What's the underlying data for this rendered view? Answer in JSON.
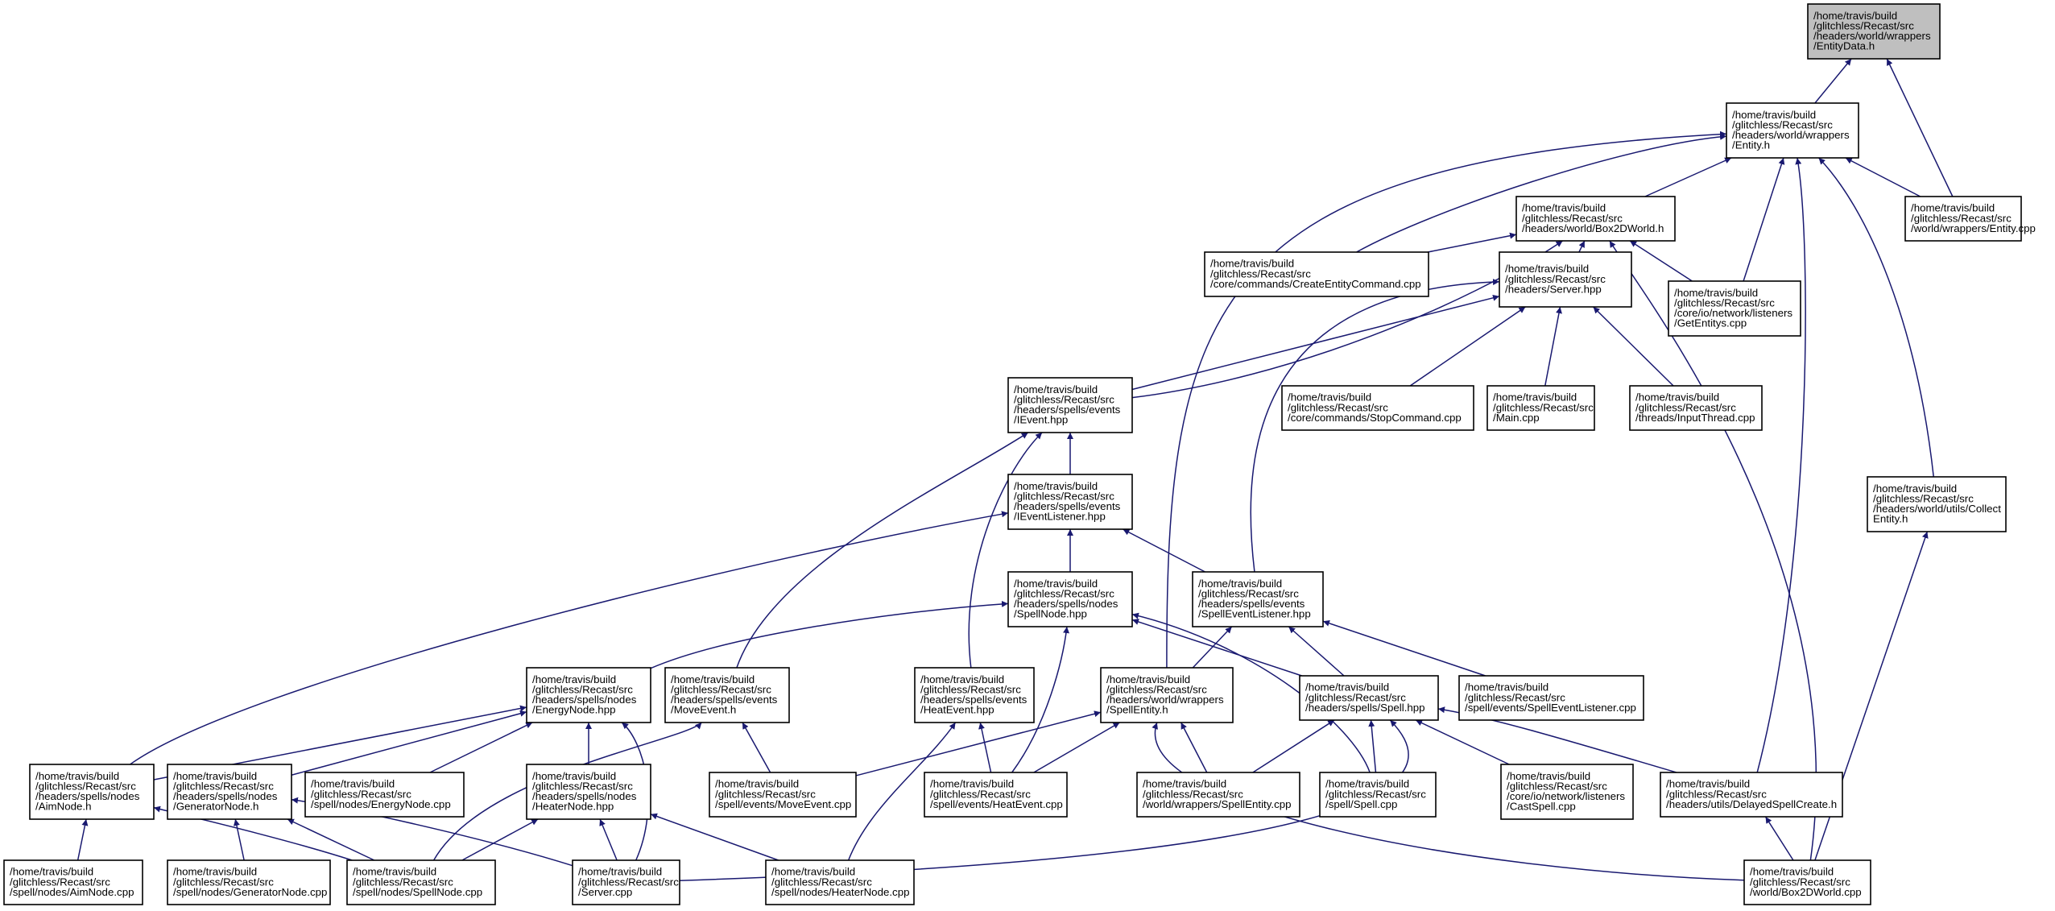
{
  "graph": {
    "title": "",
    "root": "entitydata-h",
    "edge_color": "#191970",
    "root_fill": "#bfbfbf",
    "nodes": [
      {
        "id": "entitydata-h",
        "lines": [
          "/home/travis/build",
          "/glitchless/Recast/src",
          "/headers/world/wrappers",
          "/EntityData.h"
        ]
      },
      {
        "id": "entity-h",
        "lines": [
          "/home/travis/build",
          "/glitchless/Recast/src",
          "/headers/world/wrappers",
          "/Entity.h"
        ]
      },
      {
        "id": "entity-cpp",
        "lines": [
          "/home/travis/build",
          "/glitchless/Recast/src",
          "/world/wrappers/Entity.cpp"
        ]
      },
      {
        "id": "box2dworld-h",
        "lines": [
          "/home/travis/build",
          "/glitchless/Recast/src",
          "/headers/world/Box2DWorld.h"
        ]
      },
      {
        "id": "createentitycommand-cpp",
        "lines": [
          "/home/travis/build",
          "/glitchless/Recast/src",
          "/core/commands/CreateEntityCommand.cpp"
        ]
      },
      {
        "id": "server-hpp",
        "lines": [
          "/home/travis/build",
          "/glitchless/Recast/src",
          "/headers/Server.hpp"
        ]
      },
      {
        "id": "getentitys-cpp",
        "lines": [
          "/home/travis/build",
          "/glitchless/Recast/src",
          "/core/io/network/listeners",
          "/GetEntitys.cpp"
        ]
      },
      {
        "id": "ievent-hpp",
        "lines": [
          "/home/travis/build",
          "/glitchless/Recast/src",
          "/headers/spells/events",
          "/IEvent.hpp"
        ]
      },
      {
        "id": "stopcommand-cpp",
        "lines": [
          "/home/travis/build",
          "/glitchless/Recast/src",
          "/core/commands/StopCommand.cpp"
        ]
      },
      {
        "id": "main-cpp",
        "lines": [
          "/home/travis/build",
          "/glitchless/Recast/src",
          "/Main.cpp"
        ]
      },
      {
        "id": "inputthread-cpp",
        "lines": [
          "/home/travis/build",
          "/glitchless/Recast/src",
          "/threads/InputThread.cpp"
        ]
      },
      {
        "id": "collectentity-h",
        "lines": [
          "/home/travis/build",
          "/glitchless/Recast/src",
          "/headers/world/utils/Collect",
          "Entity.h"
        ]
      },
      {
        "id": "ieventlistener-hpp",
        "lines": [
          "/home/travis/build",
          "/glitchless/Recast/src",
          "/headers/spells/events",
          "/IEventListener.hpp"
        ]
      },
      {
        "id": "spellnode-hpp",
        "lines": [
          "/home/travis/build",
          "/glitchless/Recast/src",
          "/headers/spells/nodes",
          "/SpellNode.hpp"
        ]
      },
      {
        "id": "spelleventlistener-hpp",
        "lines": [
          "/home/travis/build",
          "/glitchless/Recast/src",
          "/headers/spells/events",
          "/SpellEventListener.hpp"
        ]
      },
      {
        "id": "energynode-hpp",
        "lines": [
          "/home/travis/build",
          "/glitchless/Recast/src",
          "/headers/spells/nodes",
          "/EnergyNode.hpp"
        ]
      },
      {
        "id": "moveevent-h",
        "lines": [
          "/home/travis/build",
          "/glitchless/Recast/src",
          "/headers/spells/events",
          "/MoveEvent.h"
        ]
      },
      {
        "id": "heatevent-hpp",
        "lines": [
          "/home/travis/build",
          "/glitchless/Recast/src",
          "/headers/spells/events",
          "/HeatEvent.hpp"
        ]
      },
      {
        "id": "spellentity-h",
        "lines": [
          "/home/travis/build",
          "/glitchless/Recast/src",
          "/headers/world/wrappers",
          "/SpellEntity.h"
        ]
      },
      {
        "id": "spell-hpp",
        "lines": [
          "/home/travis/build",
          "/glitchless/Recast/src",
          "/headers/spells/Spell.hpp"
        ]
      },
      {
        "id": "spelleventlistener-cpp",
        "lines": [
          "/home/travis/build",
          "/glitchless/Recast/src",
          "/spell/events/SpellEventListener.cpp"
        ]
      },
      {
        "id": "aimnode-h",
        "lines": [
          "/home/travis/build",
          "/glitchless/Recast/src",
          "/headers/spells/nodes",
          "/AimNode.h"
        ]
      },
      {
        "id": "generatornode-h",
        "lines": [
          "/home/travis/build",
          "/glitchless/Recast/src",
          "/headers/spells/nodes",
          "/GeneratorNode.h"
        ]
      },
      {
        "id": "energynode-cpp",
        "lines": [
          "/home/travis/build",
          "/glitchless/Recast/src",
          "/spell/nodes/EnergyNode.cpp"
        ]
      },
      {
        "id": "heaternode-hpp",
        "lines": [
          "/home/travis/build",
          "/glitchless/Recast/src",
          "/headers/spells/nodes",
          "/HeaterNode.hpp"
        ]
      },
      {
        "id": "moveevent-cpp",
        "lines": [
          "/home/travis/build",
          "/glitchless/Recast/src",
          "/spell/events/MoveEvent.cpp"
        ]
      },
      {
        "id": "heatevent-cpp",
        "lines": [
          "/home/travis/build",
          "/glitchless/Recast/src",
          "/spell/events/HeatEvent.cpp"
        ]
      },
      {
        "id": "spellentity-cpp",
        "lines": [
          "/home/travis/build",
          "/glitchless/Recast/src",
          "/world/wrappers/SpellEntity.cpp"
        ]
      },
      {
        "id": "spell-cpp",
        "lines": [
          "/home/travis/build",
          "/glitchless/Recast/src",
          "/spell/Spell.cpp"
        ]
      },
      {
        "id": "castspell-cpp",
        "lines": [
          "/home/travis/build",
          "/glitchless/Recast/src",
          "/core/io/network/listeners",
          "/CastSpell.cpp"
        ]
      },
      {
        "id": "delayedspellcreate-h",
        "lines": [
          "/home/travis/build",
          "/glitchless/Recast/src",
          "/headers/utils/DelayedSpellCreate.h"
        ]
      },
      {
        "id": "aimnode-cpp",
        "lines": [
          "/home/travis/build",
          "/glitchless/Recast/src",
          "/spell/nodes/AimNode.cpp"
        ]
      },
      {
        "id": "generatornode-cpp",
        "lines": [
          "/home/travis/build",
          "/glitchless/Recast/src",
          "/spell/nodes/GeneratorNode.cpp"
        ]
      },
      {
        "id": "spellnode-cpp",
        "lines": [
          "/home/travis/build",
          "/glitchless/Recast/src",
          "/spell/nodes/SpellNode.cpp"
        ]
      },
      {
        "id": "server-cpp",
        "lines": [
          "/home/travis/build",
          "/glitchless/Recast/src",
          "/Server.cpp"
        ]
      },
      {
        "id": "heaternode-cpp",
        "lines": [
          "/home/travis/build",
          "/glitchless/Recast/src",
          "/spell/nodes/HeaterNode.cpp"
        ]
      },
      {
        "id": "box2dworld-cpp",
        "lines": [
          "/home/travis/build",
          "/glitchless/Recast/src",
          "/world/Box2DWorld.cpp"
        ]
      }
    ],
    "edges": [
      {
        "from": "entity-h",
        "to": "entitydata-h"
      },
      {
        "from": "entity-cpp",
        "to": "entitydata-h"
      },
      {
        "from": "entity-cpp",
        "to": "entity-h"
      },
      {
        "from": "box2dworld-h",
        "to": "entity-h"
      },
      {
        "from": "createentitycommand-cpp",
        "to": "entity-h"
      },
      {
        "from": "getentitys-cpp",
        "to": "entity-h"
      },
      {
        "from": "collectentity-h",
        "to": "entity-h"
      },
      {
        "from": "spellentity-h",
        "to": "entity-h"
      },
      {
        "from": "delayedspellcreate-h",
        "to": "entity-h"
      },
      {
        "from": "createentitycommand-cpp",
        "to": "box2dworld-h"
      },
      {
        "from": "server-hpp",
        "to": "box2dworld-h"
      },
      {
        "from": "getentitys-cpp",
        "to": "box2dworld-h"
      },
      {
        "from": "ievent-hpp",
        "to": "box2dworld-h"
      },
      {
        "from": "box2dworld-cpp",
        "to": "box2dworld-h"
      },
      {
        "from": "ievent-hpp",
        "to": "server-hpp"
      },
      {
        "from": "stopcommand-cpp",
        "to": "server-hpp"
      },
      {
        "from": "main-cpp",
        "to": "server-hpp"
      },
      {
        "from": "inputthread-cpp",
        "to": "server-hpp"
      },
      {
        "from": "spelleventlistener-hpp",
        "to": "server-hpp"
      },
      {
        "from": "ieventlistener-hpp",
        "to": "ievent-hpp"
      },
      {
        "from": "moveevent-h",
        "to": "ievent-hpp"
      },
      {
        "from": "heatevent-hpp",
        "to": "ievent-hpp"
      },
      {
        "from": "spellnode-hpp",
        "to": "ieventlistener-hpp"
      },
      {
        "from": "spelleventlistener-hpp",
        "to": "ieventlistener-hpp"
      },
      {
        "from": "aimnode-h",
        "to": "ieventlistener-hpp"
      },
      {
        "from": "energynode-hpp",
        "to": "spellnode-hpp"
      },
      {
        "from": "spell-hpp",
        "to": "spellnode-hpp"
      },
      {
        "from": "heatevent-cpp",
        "to": "spellnode-hpp"
      },
      {
        "from": "spell-cpp",
        "to": "spellnode-hpp"
      },
      {
        "from": "spellentity-h",
        "to": "spelleventlistener-hpp"
      },
      {
        "from": "spell-hpp",
        "to": "spelleventlistener-hpp"
      },
      {
        "from": "spelleventlistener-cpp",
        "to": "spelleventlistener-hpp"
      },
      {
        "from": "aimnode-h",
        "to": "energynode-hpp"
      },
      {
        "from": "generatornode-h",
        "to": "energynode-hpp"
      },
      {
        "from": "energynode-cpp",
        "to": "energynode-hpp"
      },
      {
        "from": "heaternode-hpp",
        "to": "energynode-hpp"
      },
      {
        "from": "server-cpp",
        "to": "energynode-hpp"
      },
      {
        "from": "moveevent-cpp",
        "to": "moveevent-h"
      },
      {
        "from": "spellnode-cpp",
        "to": "moveevent-h"
      },
      {
        "from": "heatevent-cpp",
        "to": "heatevent-hpp"
      },
      {
        "from": "heaternode-cpp",
        "to": "heatevent-hpp"
      },
      {
        "from": "moveevent-cpp",
        "to": "spellentity-h"
      },
      {
        "from": "heatevent-cpp",
        "to": "spellentity-h"
      },
      {
        "from": "spellentity-cpp",
        "to": "spellentity-h"
      },
      {
        "from": "box2dworld-cpp",
        "to": "spellentity-h"
      },
      {
        "from": "spellentity-cpp",
        "to": "spell-hpp"
      },
      {
        "from": "spell-cpp",
        "to": "spell-hpp"
      },
      {
        "from": "castspell-cpp",
        "to": "spell-hpp"
      },
      {
        "from": "delayedspellcreate-h",
        "to": "spell-hpp"
      },
      {
        "from": "server-cpp",
        "to": "spell-hpp"
      },
      {
        "from": "aimnode-cpp",
        "to": "aimnode-h"
      },
      {
        "from": "spellnode-cpp",
        "to": "aimnode-h"
      },
      {
        "from": "generatornode-cpp",
        "to": "generatornode-h"
      },
      {
        "from": "spellnode-cpp",
        "to": "generatornode-h"
      },
      {
        "from": "server-cpp",
        "to": "generatornode-h"
      },
      {
        "from": "spellnode-cpp",
        "to": "heaternode-hpp"
      },
      {
        "from": "server-cpp",
        "to": "heaternode-hpp"
      },
      {
        "from": "heaternode-cpp",
        "to": "heaternode-hpp"
      },
      {
        "from": "box2dworld-cpp",
        "to": "delayedspellcreate-h"
      },
      {
        "from": "box2dworld-cpp",
        "to": "collectentity-h"
      }
    ]
  }
}
